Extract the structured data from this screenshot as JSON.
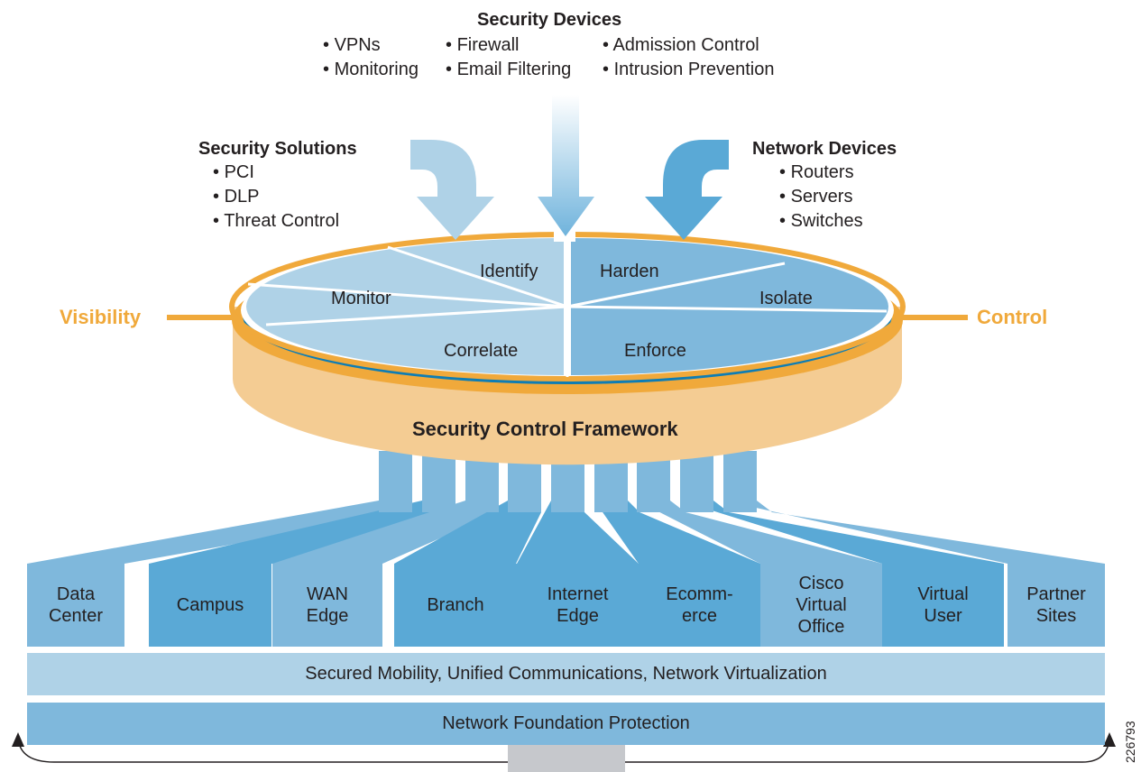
{
  "top": {
    "heading": "Security Devices",
    "col1": [
      "VPNs",
      "Monitoring"
    ],
    "col2": [
      "Firewall",
      "Email Filtering"
    ],
    "col3": [
      "Admission Control",
      "Intrusion Prevention"
    ]
  },
  "left_group": {
    "heading": "Security Solutions",
    "items": [
      "PCI",
      "DLP",
      "Threat Control"
    ]
  },
  "right_group": {
    "heading": "Network Devices",
    "items": [
      "Routers",
      "Servers",
      "Switches"
    ]
  },
  "disk": {
    "slices": [
      "Identify",
      "Monitor",
      "Correlate",
      "Harden",
      "Isolate",
      "Enforce"
    ],
    "framework_label": "Security Control Framework",
    "left_label": "Visibility",
    "right_label": "Control"
  },
  "domains": [
    [
      "Data",
      "Center"
    ],
    [
      "Campus"
    ],
    [
      "WAN",
      "Edge"
    ],
    [
      "Branch"
    ],
    [
      "Internet",
      "Edge"
    ],
    [
      "Ecomm-",
      "erce"
    ],
    [
      "Cisco",
      "Virtual",
      "Office"
    ],
    [
      "Virtual",
      "User"
    ],
    [
      "Partner",
      "Sites"
    ]
  ],
  "bands": {
    "upper": "Secured Mobility, Unified Communications, Network Virtualization",
    "lower": "Network Foundation Protection"
  },
  "figure_number": "226793",
  "colors": {
    "light_blue": "#afd2e7",
    "mid_blue": "#7fb8dc",
    "blue": "#5aa9d6",
    "dark_blue": "#0e7db4",
    "orange": "#f0a93b",
    "tan": "#f4cc93",
    "gray": "#c6c8cc"
  }
}
